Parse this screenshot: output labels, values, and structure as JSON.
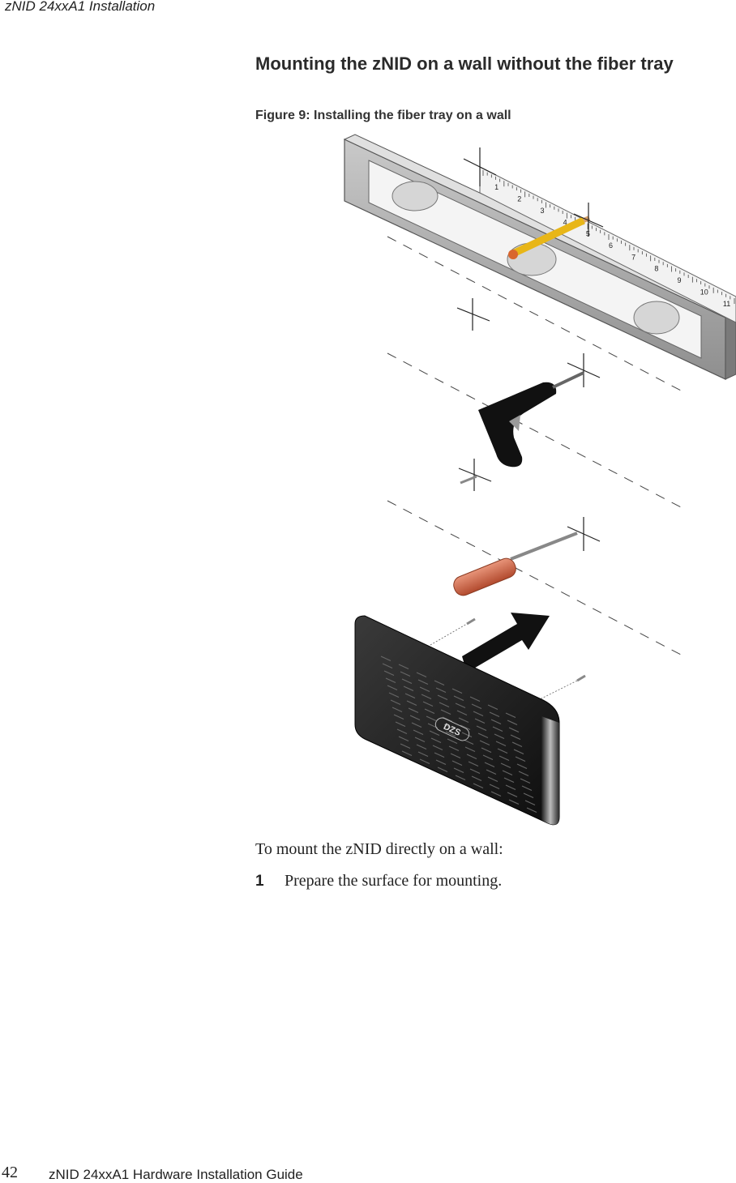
{
  "header": {
    "running_title": "zNID 24xxA1 Installation"
  },
  "section": {
    "title": "Mounting the zNID on a wall without the fiber tray"
  },
  "figure": {
    "caption": "Figure 9:  Installing the fiber tray on a wall",
    "device_logo_text": "DZS",
    "ruler_marks": [
      "1",
      "2",
      "3",
      "4",
      "5",
      "6",
      "7",
      "8",
      "9",
      "10",
      "11"
    ]
  },
  "body": {
    "intro": "To mount the zNID directly on a wall:",
    "steps": [
      {
        "number": "1",
        "text": "Prepare the surface for mounting."
      }
    ]
  },
  "footer": {
    "page_number": "42",
    "guide_title": "zNID 24xxA1 Hardware Installation Guide"
  }
}
